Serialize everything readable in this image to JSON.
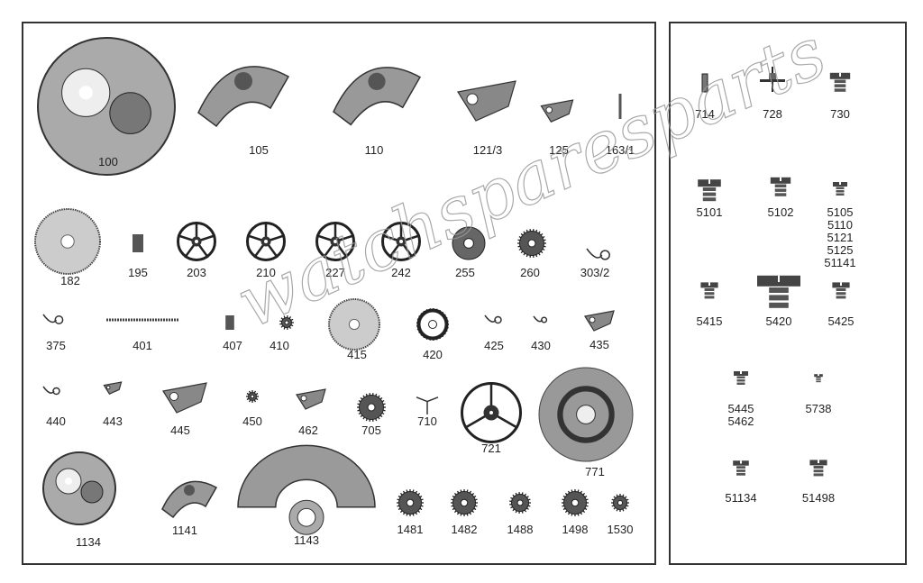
{
  "watermark": "watchsparesparts",
  "left_panel": {
    "parts": [
      {
        "label": "100",
        "icon": "mainplate"
      },
      {
        "label": "105",
        "icon": "bridge"
      },
      {
        "label": "110",
        "icon": "bridge"
      },
      {
        "label": "121/3",
        "icon": "lever"
      },
      {
        "label": "125",
        "icon": "small-lever"
      },
      {
        "label": "163/1",
        "icon": "pin"
      },
      {
        "label": "182",
        "icon": "large-gear"
      },
      {
        "label": "195",
        "icon": "pinion"
      },
      {
        "label": "203",
        "icon": "spoked-wheel"
      },
      {
        "label": "210",
        "icon": "spoked-wheel"
      },
      {
        "label": "227",
        "icon": "spoked-wheel"
      },
      {
        "label": "242",
        "icon": "spoked-wheel"
      },
      {
        "label": "255",
        "icon": "solid-wheel"
      },
      {
        "label": "260",
        "icon": "gear"
      },
      {
        "label": "303/2",
        "icon": "spring"
      },
      {
        "label": "375",
        "icon": "clip"
      },
      {
        "label": "401",
        "icon": "stem"
      },
      {
        "label": "407",
        "icon": "tiny-pinion"
      },
      {
        "label": "410",
        "icon": "small-gear"
      },
      {
        "label": "415",
        "icon": "large-gear"
      },
      {
        "label": "420",
        "icon": "ring-gear"
      },
      {
        "label": "425",
        "icon": "spring"
      },
      {
        "label": "430",
        "icon": "spring"
      },
      {
        "label": "435",
        "icon": "lever"
      },
      {
        "label": "440",
        "icon": "spring"
      },
      {
        "label": "443",
        "icon": "small-lever"
      },
      {
        "label": "445",
        "icon": "lever"
      },
      {
        "label": "450",
        "icon": "small-gear"
      },
      {
        "label": "462",
        "icon": "lever"
      },
      {
        "label": "705",
        "icon": "escape-wheel"
      },
      {
        "label": "710",
        "icon": "pallet-fork"
      },
      {
        "label": "721",
        "icon": "balance"
      },
      {
        "label": "771",
        "icon": "barrel-disc"
      },
      {
        "label": "1134",
        "icon": "mainplate"
      },
      {
        "label": "1141",
        "icon": "bridge"
      },
      {
        "label": "1143",
        "icon": "rotor"
      },
      {
        "label": "1481",
        "icon": "gear"
      },
      {
        "label": "1482",
        "icon": "gear"
      },
      {
        "label": "1488",
        "icon": "gear"
      },
      {
        "label": "1498",
        "icon": "gear"
      },
      {
        "label": "1530",
        "icon": "gear"
      }
    ]
  },
  "right_panel": {
    "parts": [
      {
        "label": "714",
        "icon": "jewel"
      },
      {
        "label": "728",
        "icon": "staff"
      },
      {
        "label": "730",
        "icon": "screw"
      },
      {
        "label": "5101",
        "icon": "screw"
      },
      {
        "label": "5102",
        "icon": "screw"
      },
      {
        "label": "5105\n5110\n5121\n5125\n51141",
        "icon": "screw"
      },
      {
        "label": "5415",
        "icon": "screw"
      },
      {
        "label": "5420",
        "icon": "wide-screw"
      },
      {
        "label": "5425",
        "icon": "screw"
      },
      {
        "label": "5445\n5462",
        "icon": "screw"
      },
      {
        "label": "5738",
        "icon": "small-screw"
      },
      {
        "label": "51134",
        "icon": "screw"
      },
      {
        "label": "51498",
        "icon": "screw"
      }
    ]
  }
}
